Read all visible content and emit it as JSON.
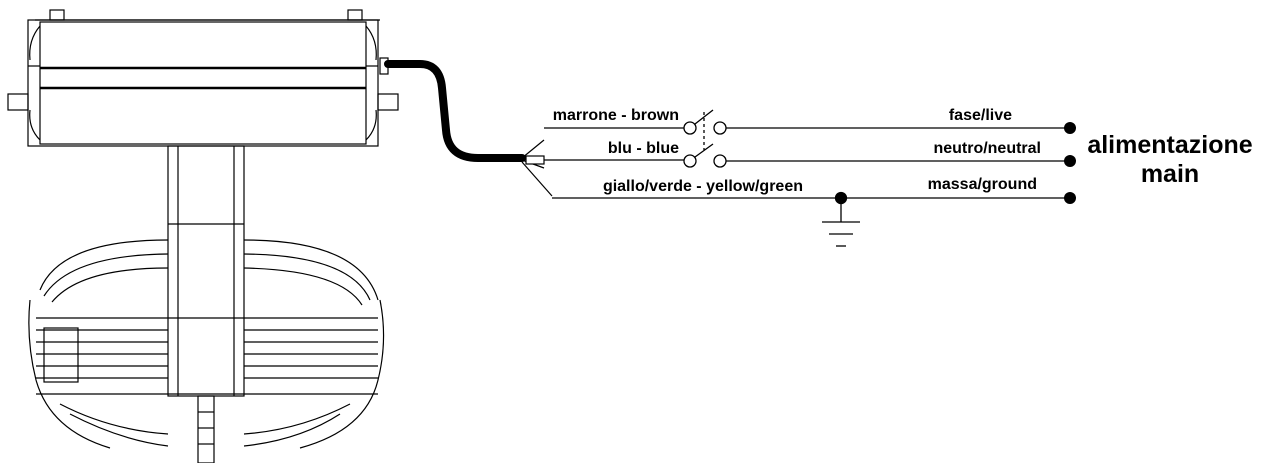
{
  "wires": {
    "brown_label": "marrone - brown",
    "blue_label": "blu - blue",
    "ground_label": "giallo/verde - yellow/green"
  },
  "terminals": {
    "live_label": "fase/live",
    "neutral_label": "neutro/neutral",
    "ground_label": "massa/ground"
  },
  "supply": {
    "line1": "alimentazione",
    "line2": "main"
  },
  "colors": {
    "line": "#000000",
    "background": "#ffffff"
  }
}
